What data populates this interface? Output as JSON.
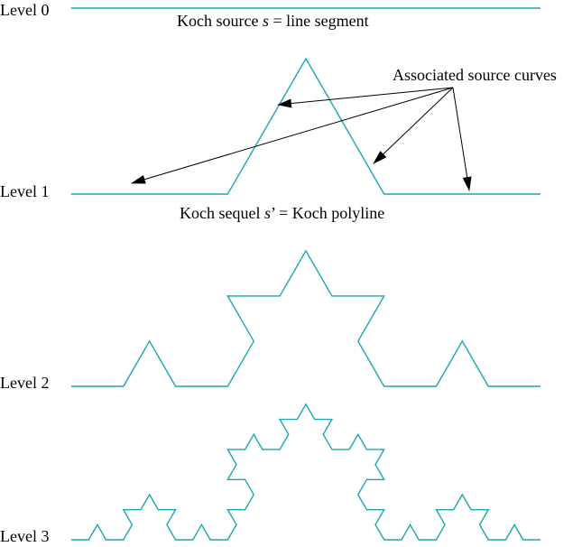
{
  "levels": [
    {
      "label": "Level 0"
    },
    {
      "label": "Level 1"
    },
    {
      "label": "Level 2"
    },
    {
      "label": "Level 3"
    }
  ],
  "captions": {
    "source_pre": "Koch source ",
    "source_var": "s",
    "source_post": " = line segment",
    "sequel_pre": "Koch sequel ",
    "sequel_var": "s",
    "sequel_post": "’ = Koch polyline",
    "associated": "Associated source curves"
  },
  "colors": {
    "curve": "#1aa7b0",
    "arrow": "#000000"
  }
}
